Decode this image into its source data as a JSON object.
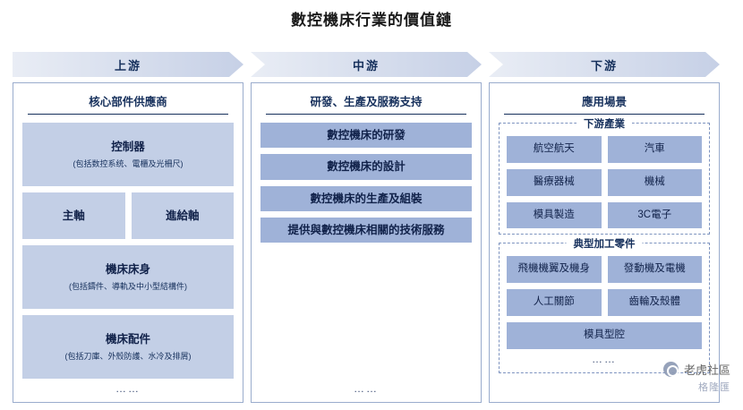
{
  "title": "數控機床行業的價值鏈",
  "columns": [
    {
      "banner": "上游",
      "head": "核心部件供應商",
      "blocks": [
        {
          "t1": "控制器",
          "t2": "(包括数控系统、電櫃及光柵尺)",
          "style": "light"
        },
        {
          "row": [
            {
              "t1": "主軸",
              "style": "light"
            },
            {
              "t1": "進給軸",
              "style": "light"
            }
          ]
        },
        {
          "t1": "機床床身",
          "t2": "(包括鑄件、導軌及中小型結構件)",
          "style": "light"
        },
        {
          "t1": "機床配件",
          "t2": "(包括刀庫、外殼防護、水冷及排屑)",
          "style": "light"
        }
      ],
      "dots": "……"
    },
    {
      "banner": "中游",
      "head": "研發、生產及服務支持",
      "blocks": [
        {
          "t1": "數控機床的研發",
          "style": "mid"
        },
        {
          "t1": "數控機床的設計",
          "style": "mid"
        },
        {
          "t1": "數控機床的生產及組裝",
          "style": "mid"
        },
        {
          "t1": "提供與數控機床相關的技術服務",
          "style": "mid"
        }
      ],
      "dots": "……"
    },
    {
      "banner": "下游",
      "head": "應用場景",
      "groups": [
        {
          "legend": "下游產業",
          "cells": [
            "航空航天",
            "汽車",
            "醫療器械",
            "機械",
            "模具製造",
            "3C電子"
          ]
        },
        {
          "legend": "典型加工零件",
          "cells": [
            "飛機機翼及機身",
            "發動機及電機",
            "人工關節",
            "齒輪及殼體",
            "模具型腔"
          ],
          "last_wide": true,
          "dots": "……"
        }
      ]
    }
  ],
  "watermark": {
    "brand": "老虎社區",
    "sub": "格隆匯"
  },
  "colors": {
    "accent": "#9fb2d8",
    "accent_light": "#c3cfe6",
    "text_dark": "#16305c",
    "border": "#9aaccd"
  }
}
